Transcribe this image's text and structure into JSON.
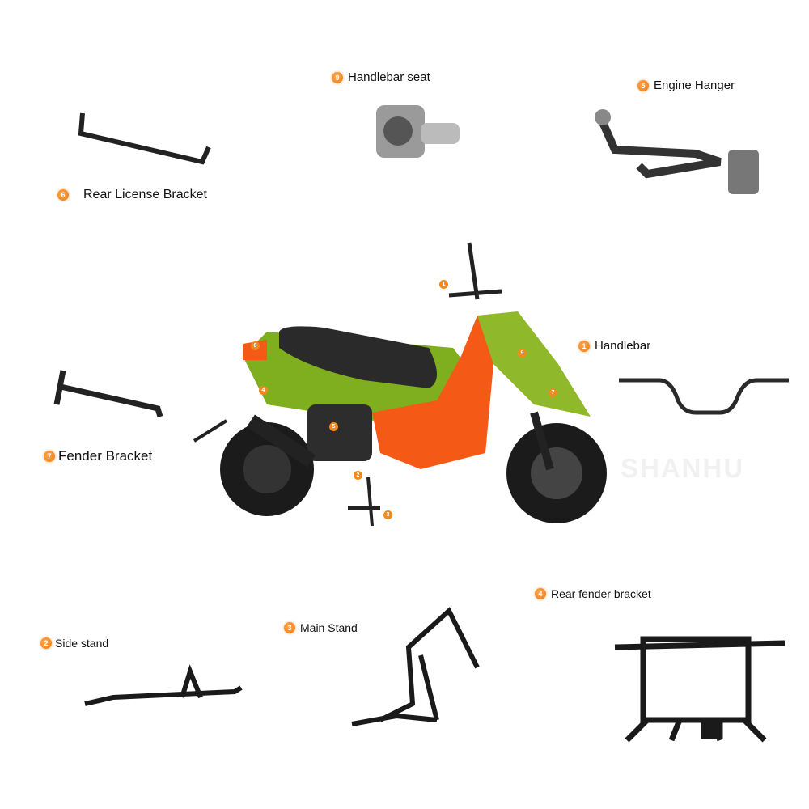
{
  "watermark": {
    "brand": "SHANHU"
  },
  "accent": "#f08a1e",
  "parts": [
    {
      "num": "9",
      "label": "Handlebar seat"
    },
    {
      "num": "5",
      "label": "Engine Hanger"
    },
    {
      "num": "6",
      "label": "Rear License Bracket"
    },
    {
      "num": "1",
      "label": "Handlebar"
    },
    {
      "num": "7",
      "label": "Fender Bracket"
    },
    {
      "num": "4",
      "label": "Rear fender bracket"
    },
    {
      "num": "3",
      "label": "Main Stand"
    },
    {
      "num": "2",
      "label": "Side stand"
    }
  ],
  "callouts": [
    "1",
    "6",
    "9",
    "4",
    "7",
    "5",
    "2",
    "3"
  ]
}
